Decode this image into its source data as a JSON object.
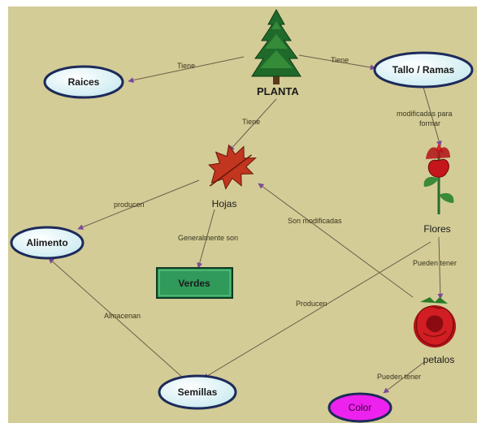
{
  "diagram": {
    "title": "PLANTA",
    "nodes": {
      "raices": "Raices",
      "tallo": "Tallo / Ramas",
      "hojas": "Hojas",
      "flores": "Flores",
      "alimento": "Alimento",
      "verdes": "Verdes",
      "petalos": "petalos",
      "semillas": "Semillas",
      "color": "Color"
    },
    "edge_labels": {
      "tiene_raices": "Tiene",
      "tiene_tallo": "Tiene",
      "tiene_hojas": "Tiene",
      "modificadas": "modificadas para",
      "formar": "formar",
      "producen_alimento": "producen",
      "generalmente": "Generalmente son",
      "son_modificadas": "Son modificadas",
      "pueden_tener_petalos": "Pueden tener",
      "producen_semillas": "Producen",
      "almacenan": "Almacenan",
      "pueden_tener_color": "Pueden tener"
    },
    "colors": {
      "background": "#d3cc96",
      "node_fill": "#dff4f6",
      "node_stroke": "#1d2a5a",
      "verdes_fill": "#2f9a5a",
      "color_fill": "#ee22ee",
      "arrow": "#7a4a9a"
    },
    "icons": [
      "tree-icon",
      "leaf-icon",
      "rose-stem-icon",
      "rose-icon"
    ]
  }
}
